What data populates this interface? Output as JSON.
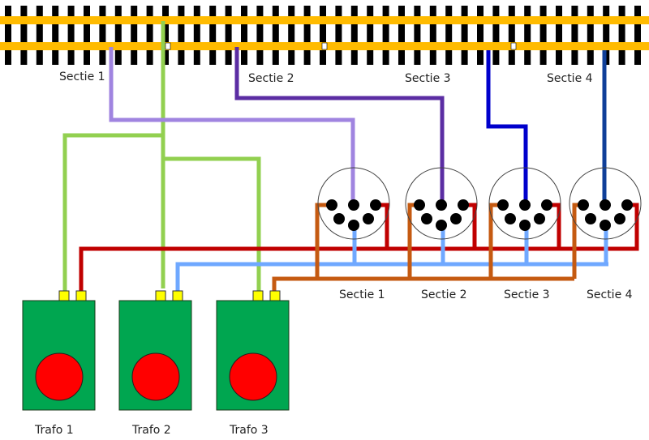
{
  "title": "",
  "colors": {
    "rail": "#FFBB00",
    "tie": "#000000",
    "trafo_body": "#00A650",
    "trafo_knob": "#FF0000",
    "terminal": "#FFFF00",
    "wire_green": "#92D050",
    "wire_lavender": "#A084E0",
    "wire_purple": "#5B2DA3",
    "wire_blue": "#0000CC",
    "wire_darkblue": "#0F3F99",
    "wire_red": "#C00000",
    "wire_lightblue": "#6FA8FF",
    "wire_orange": "#C55A11"
  },
  "track": {
    "sections": [
      {
        "label": "Sectie 1",
        "wire": "wire_lavender"
      },
      {
        "label": "Sectie 2",
        "wire": "wire_purple"
      },
      {
        "label": "Sectie 3",
        "wire": "wire_blue"
      },
      {
        "label": "Sectie 4",
        "wire": "wire_darkblue"
      }
    ],
    "insulated_gaps": 3,
    "common_wire": "wire_green"
  },
  "switches": [
    {
      "label": "Sectie 1"
    },
    {
      "label": "Sectie 2"
    },
    {
      "label": "Sectie 3"
    },
    {
      "label": "Sectie 4"
    }
  ],
  "trafos": [
    {
      "label": "Trafo 1",
      "bus_wire": "wire_red"
    },
    {
      "label": "Trafo 2",
      "bus_wire": "wire_lightblue"
    },
    {
      "label": "Trafo 3",
      "bus_wire": "wire_orange"
    }
  ]
}
